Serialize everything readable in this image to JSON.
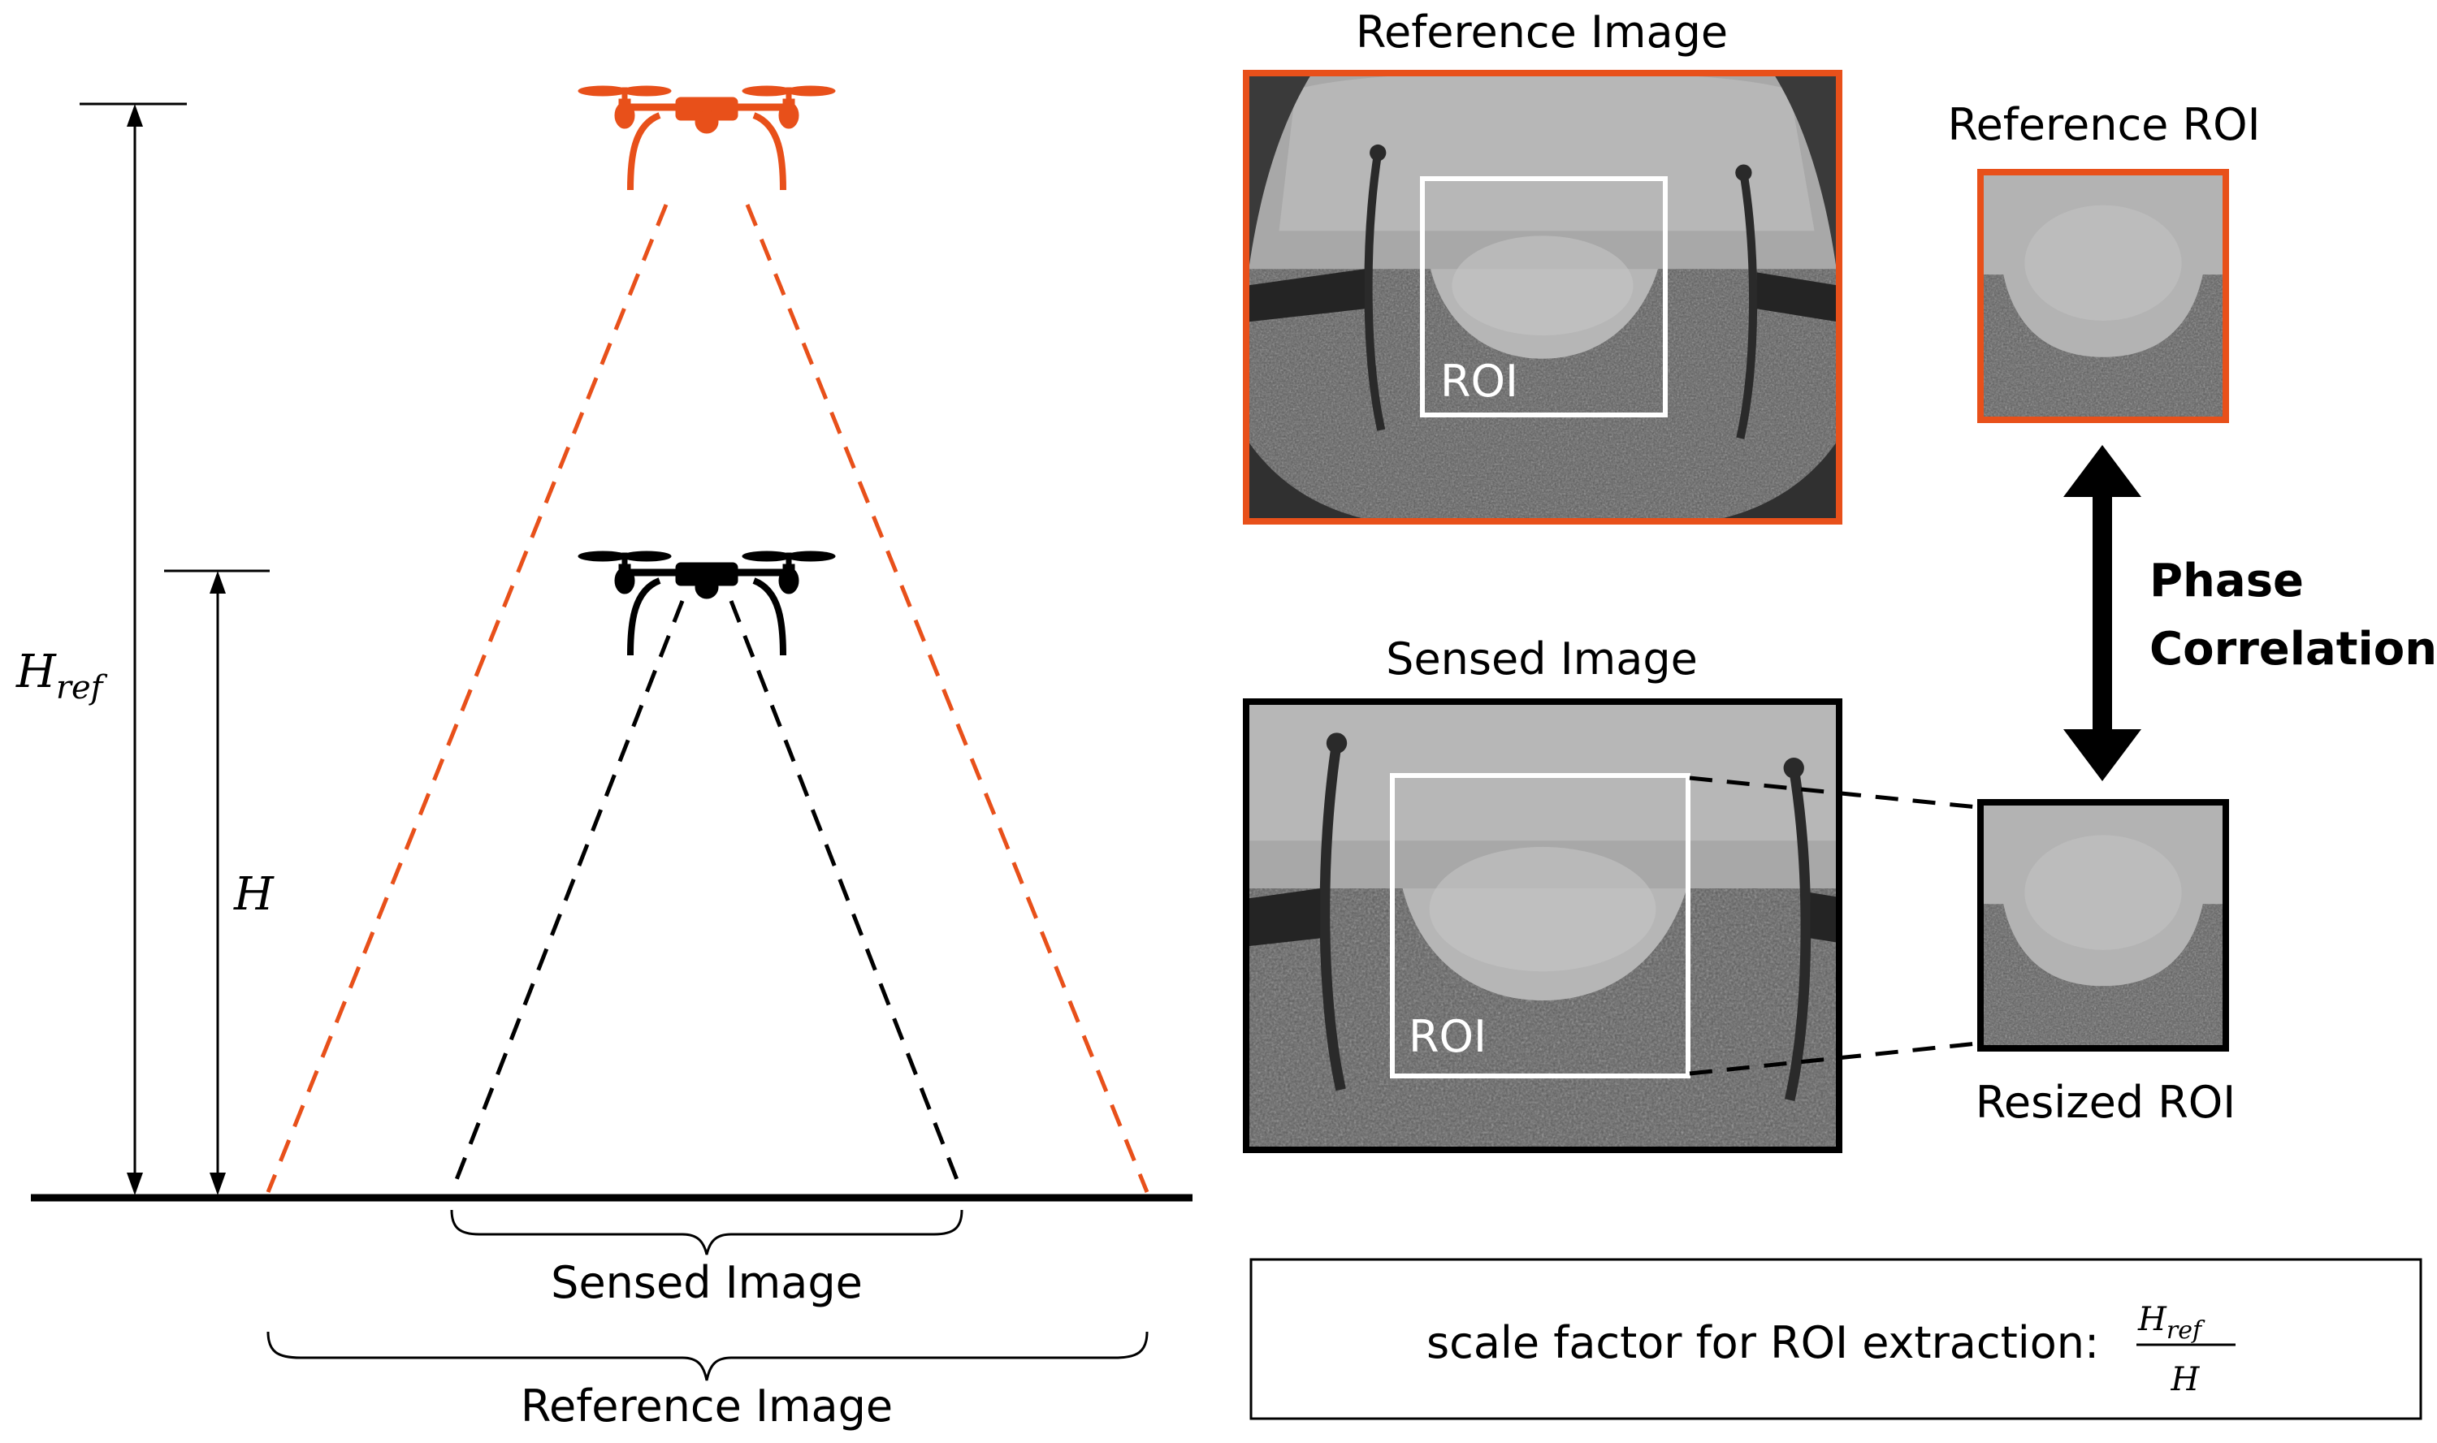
{
  "left": {
    "label_href_main": "H",
    "label_href_sub": "ref",
    "label_h": "H",
    "brace_sensed": "Sensed Image",
    "brace_reference": "Reference Image"
  },
  "reference_panel": {
    "title": "Reference Image",
    "roi_label": "ROI"
  },
  "reference_roi": {
    "title": "Reference ROI"
  },
  "sensed_panel": {
    "title": "Sensed Image",
    "roi_label": "ROI"
  },
  "resized_roi": {
    "title": "Resized ROI"
  },
  "phase": {
    "line1": "Phase",
    "line2": "Correlation"
  },
  "formula": {
    "prefix": "scale factor for ROI extraction:",
    "numerator_main": "H",
    "numerator_sub": "ref",
    "denominator": "H"
  },
  "colors": {
    "accent_orange": "#e8501a",
    "black": "#000000"
  }
}
